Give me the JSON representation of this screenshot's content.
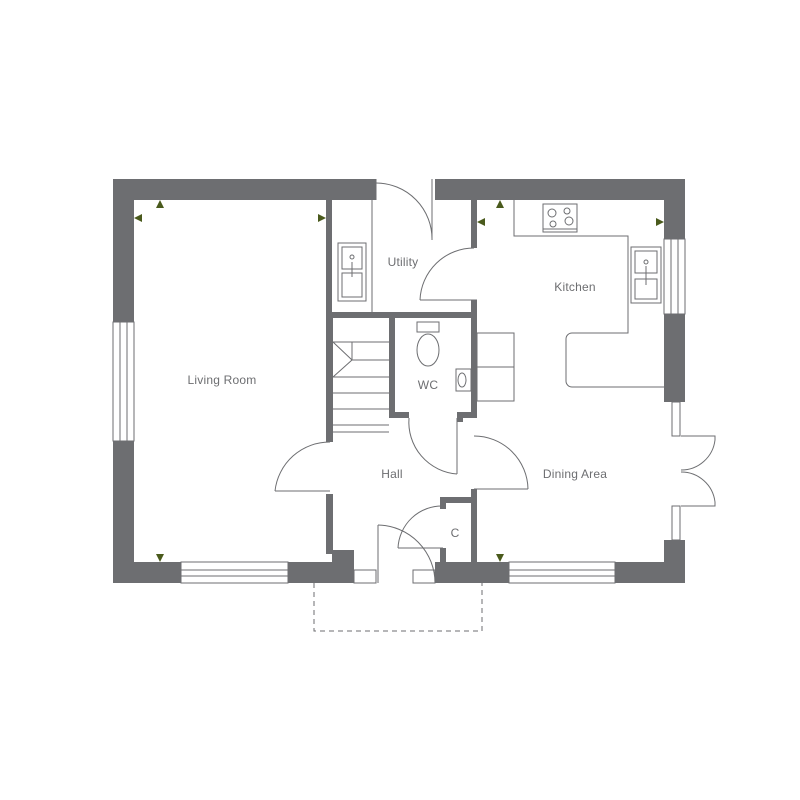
{
  "rooms": {
    "living_room": "Living Room",
    "utility": "Utility",
    "kitchen": "Kitchen",
    "wc": "WC",
    "hall": "Hall",
    "dining_area": "Dining Area",
    "cupboard": "C"
  },
  "colors": {
    "wall": "#6d6e71",
    "marker": "#4a5a1c",
    "background": "#ffffff"
  },
  "icons": [
    "sink-icon",
    "hob-icon",
    "toilet-icon",
    "basin-icon",
    "door-swing-icon",
    "window-icon",
    "measurement-marker-icon",
    "staircase-icon",
    "porch-canopy-outline"
  ]
}
